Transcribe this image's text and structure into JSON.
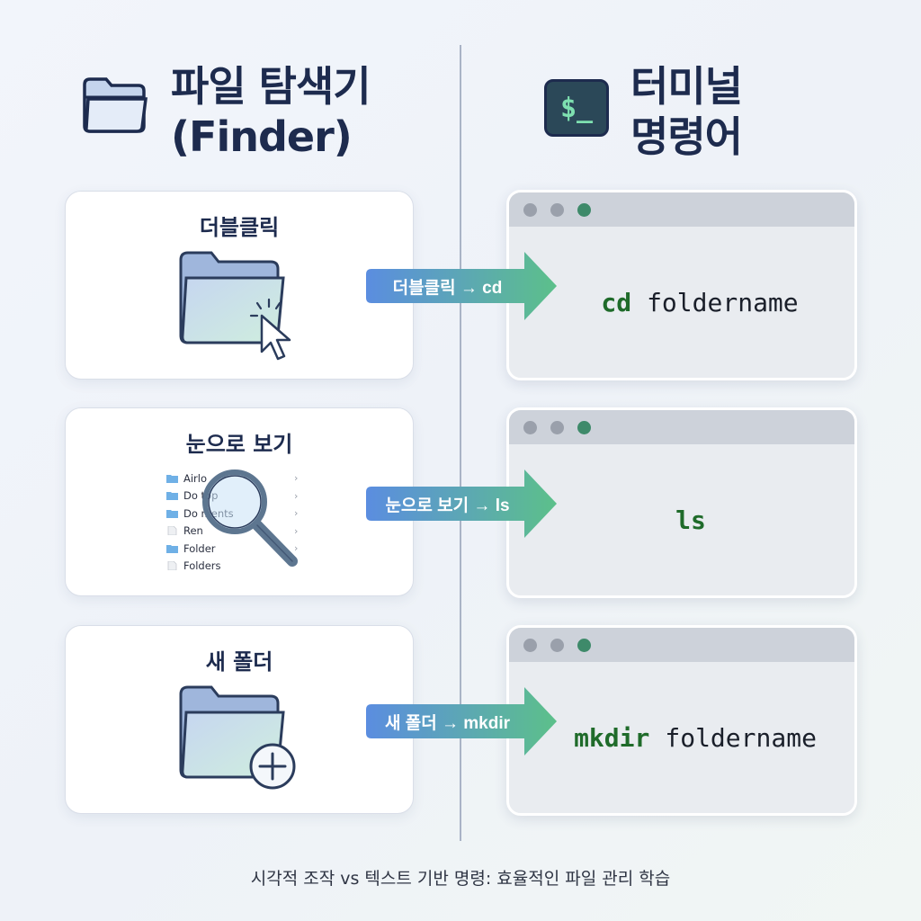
{
  "left_header": {
    "title_line1": "파일 탐색기",
    "title_line2": "(Finder)",
    "icon": "folder-icon"
  },
  "right_header": {
    "title_line1": "터미널",
    "title_line2": "명령어",
    "icon": "terminal-icon",
    "icon_text": "$_"
  },
  "rows": [
    {
      "card_title": "더블클릭",
      "card_icon": "folder-cursor-icon",
      "arrow_label": "더블클릭 → cd",
      "command": "cd",
      "argument": "foldername"
    },
    {
      "card_title": "눈으로 보기",
      "card_icon": "magnifier-icon",
      "arrow_label": "눈으로 보기 → ls",
      "command": "ls",
      "argument": ""
    },
    {
      "card_title": "새 폴더",
      "card_icon": "folder-plus-icon",
      "arrow_label": "새 폴더 → mkdir",
      "command": "mkdir",
      "argument": "foldername"
    }
  ],
  "file_list": [
    {
      "name": "Airlo",
      "type": "folder"
    },
    {
      "name": "Do  top",
      "type": "folder"
    },
    {
      "name": "Do    ments",
      "type": "folder"
    },
    {
      "name": "Ren",
      "type": "file"
    },
    {
      "name": "Folder",
      "type": "folder"
    },
    {
      "name": "Folders",
      "type": "file"
    }
  ],
  "footer": "시각적 조작 vs 텍스트 기반 명령: 효율적인 파일 관리 학습",
  "colors": {
    "navy": "#1d2b4e",
    "command_green": "#1f6b2a",
    "arrow_blue": "#5b8de0",
    "arrow_green": "#5cc08a",
    "divider": "#a9b3c6"
  }
}
